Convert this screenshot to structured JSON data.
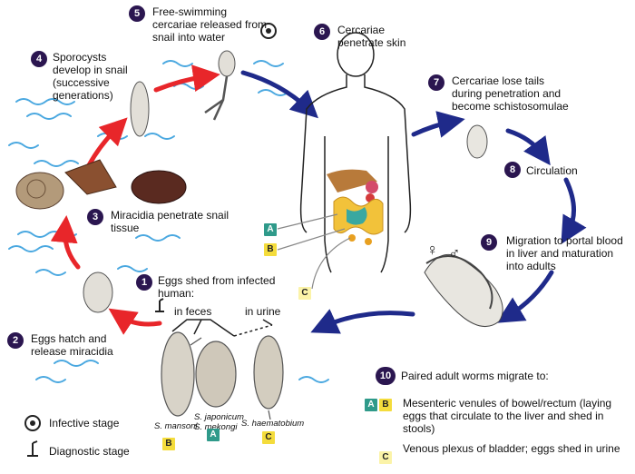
{
  "steps": [
    {
      "n": "1",
      "text": "Eggs shed from infected human:"
    },
    {
      "n": "2",
      "text": "Eggs hatch and release miracidia"
    },
    {
      "n": "3",
      "text": "Miracidia penetrate snail tissue"
    },
    {
      "n": "4",
      "text": "Sporocysts develop in snail (successive generations)"
    },
    {
      "n": "5",
      "text": "Free-swimming cercariae released from snail into water"
    },
    {
      "n": "6",
      "text": "Cercariae penetrate skin"
    },
    {
      "n": "7",
      "text": "Cercariae lose tails during penetration and become schistosomulae"
    },
    {
      "n": "8",
      "text": "Circulation"
    },
    {
      "n": "9",
      "text": "Migration to portal blood in liver and maturation into adults"
    },
    {
      "n": "10",
      "text": "Paired adult worms migrate to:"
    }
  ],
  "egg_routes": {
    "feces": "in feces",
    "urine": "in urine"
  },
  "species": {
    "mansoni": "S. mansoni",
    "japonicum": "S. japonicum",
    "mekongi": "S. mekongi",
    "haematobium": "S. haematobium"
  },
  "tags": {
    "a": "A",
    "b": "B",
    "c": "C"
  },
  "migration": {
    "ab": "Mesenteric venules of bowel/rectum (laying eggs that circulate to the liver and shed in stools)",
    "c": "Venous plexus of bladder; eggs shed in urine"
  },
  "legend": {
    "infective": "Infective stage",
    "diagnostic": "Diagnostic stage"
  },
  "sex_symbols": {
    "female": "♀",
    "male": "♂"
  },
  "icons": {
    "infective": "biohazard-icon",
    "diagnostic": "microscope-icon"
  },
  "colors": {
    "red_arrow": "#e8262a",
    "blue_arrow": "#1f2a8a",
    "water": "#4aa8e0",
    "badge": "#2b1650",
    "tag_green": "#2f9a8a",
    "tag_yellow": "#f4dc3c"
  }
}
